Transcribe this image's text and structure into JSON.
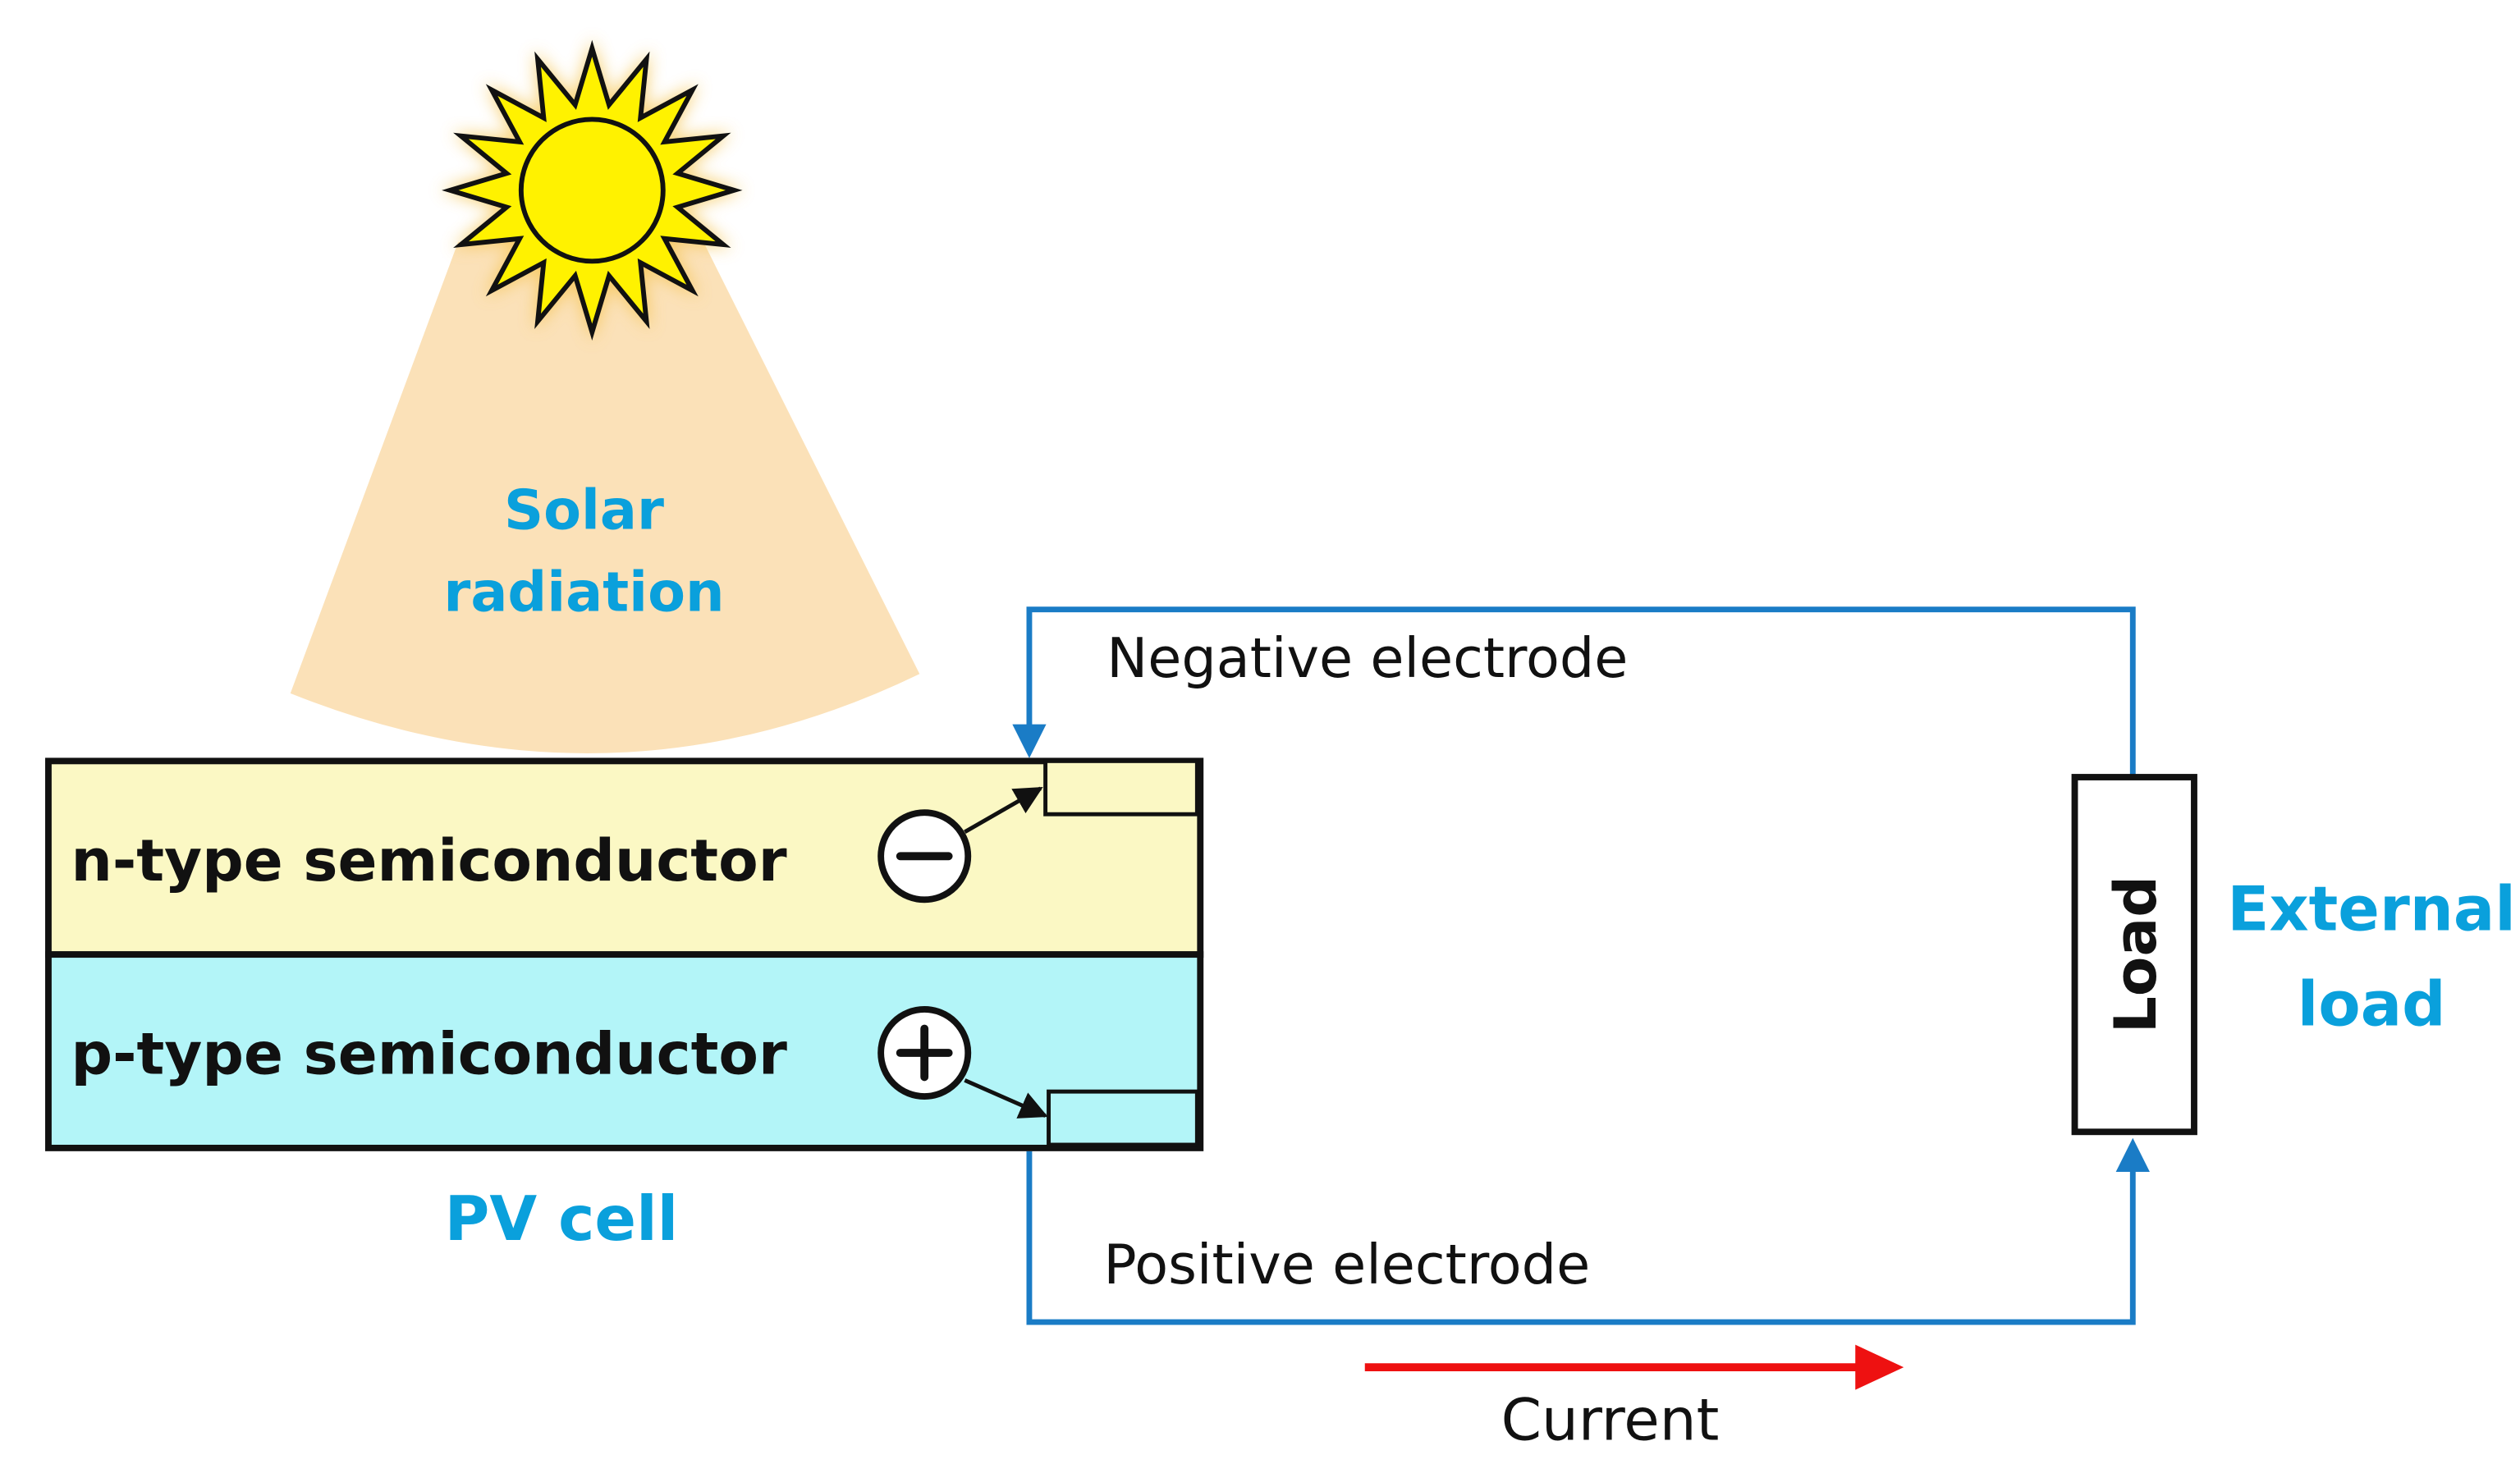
{
  "labels": {
    "solar_radiation_line1": "Solar",
    "solar_radiation_line2": "radiation",
    "n_type": "n-type semiconductor",
    "p_type": "p-type semiconductor",
    "pv_cell": "PV cell",
    "negative_electrode": "Negative electrode",
    "positive_electrode": "Positive electrode",
    "load": "Load",
    "external_load_line1": "External",
    "external_load_line2": "load",
    "current": "Current",
    "minus_sign": "−",
    "plus_sign": "+"
  },
  "colors": {
    "n_type_fill": "#fbf8c4",
    "p_type_fill": "#b3f5f8",
    "radiation_cone": "#fbe1b8",
    "sun_fill": "#fff200",
    "sun_glow": "#f5c24a",
    "circuit_wire": "#1a7cc6",
    "current_arrow": "#ee1111",
    "label_blue": "#0aa0dc"
  },
  "icons": {
    "sun": "sun-icon",
    "negative_charge": "minus-circle-icon",
    "positive_charge": "plus-circle-icon"
  }
}
